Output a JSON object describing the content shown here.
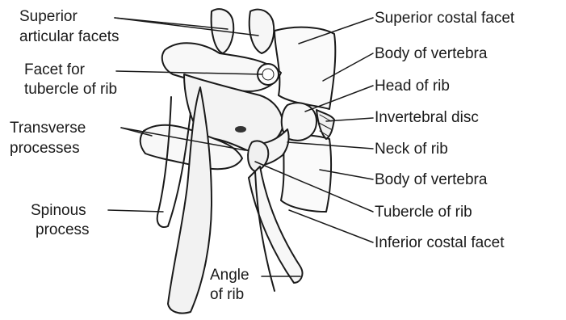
{
  "colors": {
    "ink": "#1a1a1a",
    "background": "#ffffff"
  },
  "labels": {
    "superior_articular_facets_1": "Superior",
    "superior_articular_facets_2": "articular facets",
    "facet_tubercle_1": "Facet for",
    "facet_tubercle_2": "tubercle of rib",
    "transverse_processes_1": "Transverse",
    "transverse_processes_2": "processes",
    "spinous_process_1": "Spinous",
    "spinous_process_2": "process",
    "angle_of_rib_1": "Angle",
    "angle_of_rib_2": "of rib",
    "superior_costal_facet": "Superior costal facet",
    "body_of_vertebra_top": "Body of vertebra",
    "head_of_rib": "Head of rib",
    "intervertebral_disc": "Invertebral disc",
    "neck_of_rib": "Neck of rib",
    "body_of_vertebra_bottom": "Body of vertebra",
    "tubercle_of_rib": "Tubercle of rib",
    "inferior_costal_facet": "Inferior costal facet"
  }
}
